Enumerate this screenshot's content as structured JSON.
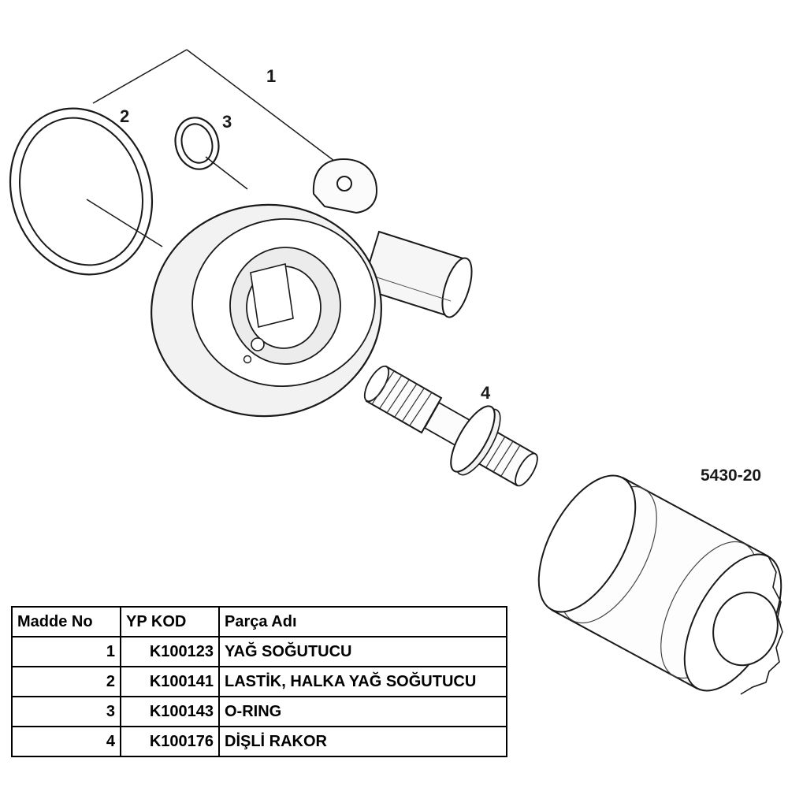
{
  "diagram": {
    "callouts": [
      "1",
      "2",
      "3",
      "4"
    ],
    "ref_code": "5430-20"
  },
  "table": {
    "headers": [
      "Madde No",
      "YP KOD",
      "Parça Adı"
    ],
    "rows": [
      {
        "madde_no": "1",
        "yp_kod": "K100123",
        "parca_adi": "YAĞ SOĞUTUCU"
      },
      {
        "madde_no": "2",
        "yp_kod": "K100141",
        "parca_adi": "LASTİK, HALKA YAĞ SOĞUTUCU"
      },
      {
        "madde_no": "3",
        "yp_kod": "K100143",
        "parca_adi": "O-RING"
      },
      {
        "madde_no": "4",
        "yp_kod": "K100176",
        "parca_adi": "DİŞLİ RAKOR"
      }
    ]
  },
  "colors": {
    "line": "#1a1a1a",
    "background": "#ffffff"
  }
}
